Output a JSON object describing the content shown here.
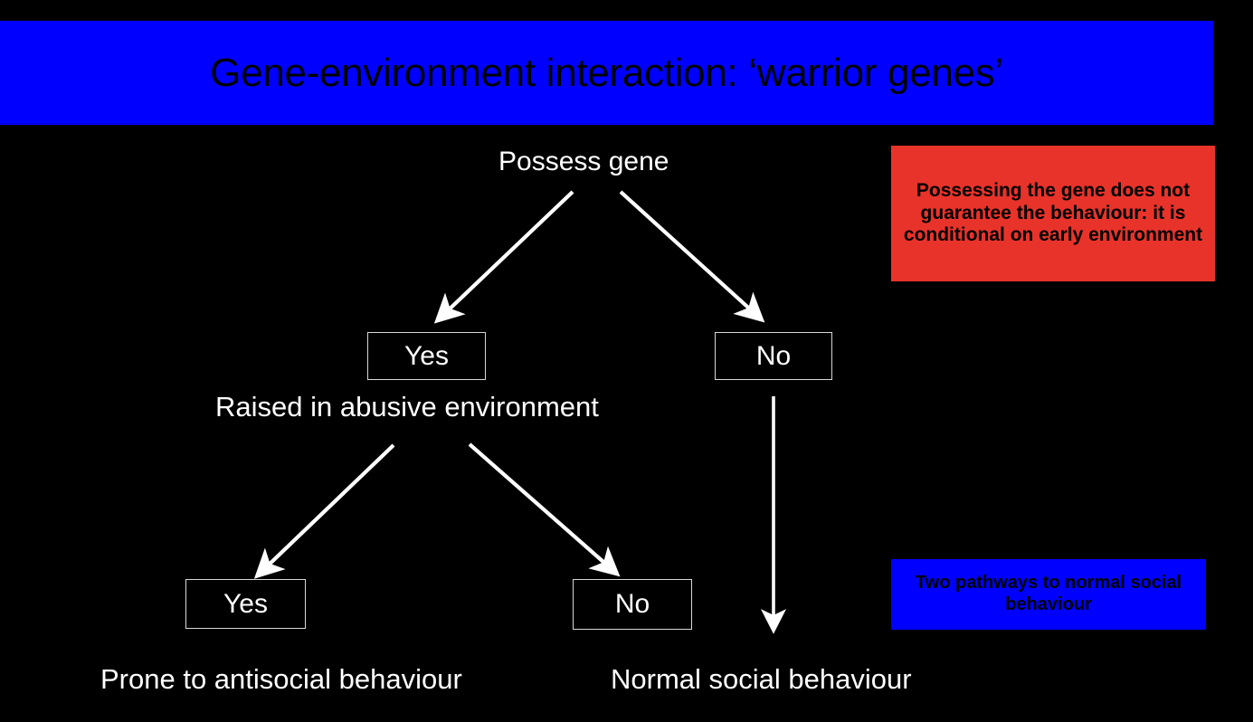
{
  "slide": {
    "background_color": "#000000",
    "title_banner": {
      "text": "Gene-environment interaction: ‘warrior genes’",
      "background_color": "#0000ff",
      "text_color": "#000000"
    }
  },
  "flowchart": {
    "root_label": "Possess gene",
    "level1": {
      "yes_box": "Yes",
      "no_box": "No"
    },
    "level2_question": "Raised in abusive environment",
    "level2": {
      "yes_box": "Yes",
      "no_box": "No"
    },
    "outcomes": {
      "antisocial": "Prone to antisocial behaviour",
      "normal": "Normal social behaviour"
    }
  },
  "callouts": [
    {
      "id": "gene-conditional",
      "text": "Possessing the gene does not guarantee the behaviour: it is conditional on early environment",
      "background_color": "#e8332a",
      "text_color": "#000000"
    },
    {
      "id": "two-pathways",
      "text": "Two pathways to normal social behaviour",
      "background_color": "#0000ff",
      "text_color": "#000000"
    }
  ],
  "arrows": {
    "color": "#ffffff",
    "count": 5,
    "descriptions": [
      "Possess gene to Yes (level 1)",
      "Possess gene to No (level 1)",
      "Raised in abusive environment to Yes (level 2)",
      "Raised in abusive environment to No (level 2)",
      "No (level 1) straight down to Normal social behaviour"
    ]
  }
}
